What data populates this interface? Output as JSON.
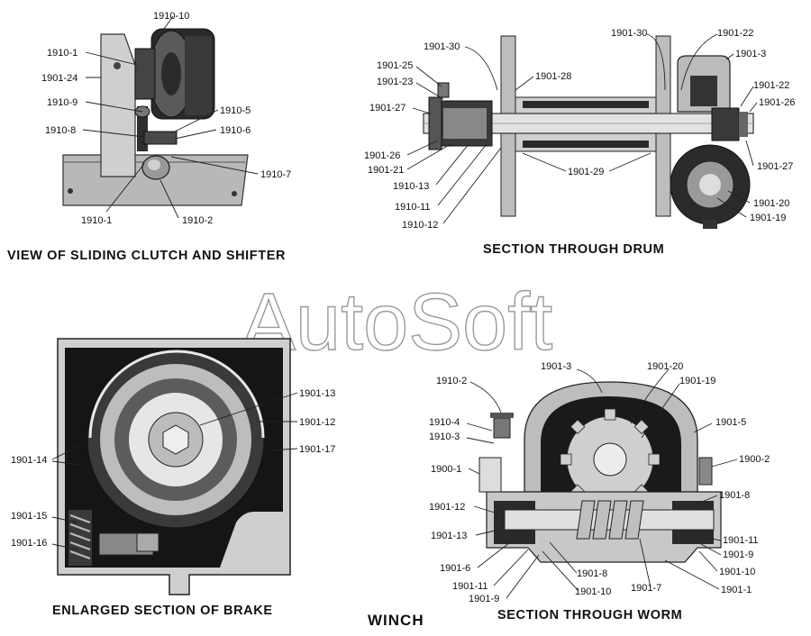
{
  "title": "WINCH",
  "watermark": "AutoSoft",
  "clutch_view": {
    "caption": "VIEW OF SLIDING CLUTCH AND SHIFTER",
    "labels": [
      "1910-10",
      "1910-1",
      "1901-24",
      "1910-9",
      "1910-8",
      "1910-5",
      "1910-6",
      "1910-7",
      "1910-1",
      "1910-2"
    ]
  },
  "drum_section": {
    "caption": "SECTION THROUGH DRUM",
    "labels": [
      "1901-30",
      "1901-25",
      "1901-23",
      "1901-27",
      "1901-28",
      "1901-30",
      "1901-22",
      "1901-3",
      "1901-22",
      "1901-26",
      "1901-26",
      "1901-21",
      "1910-13",
      "1910-11",
      "1910-12",
      "1901-29",
      "1901-27",
      "1901-20",
      "1901-19"
    ]
  },
  "brake_section": {
    "caption": "ENLARGED SECTION OF BRAKE",
    "labels": [
      "1901-13",
      "1901-12",
      "1901-17",
      "1901-14",
      "1901-15",
      "1901-16"
    ]
  },
  "worm_section": {
    "caption": "SECTION THROUGH WORM",
    "labels": [
      "1910-2",
      "1901-3",
      "1901-20",
      "1901-19",
      "1910-4",
      "1910-3",
      "1901-5",
      "1900-1",
      "1900-2",
      "1901-12",
      "1901-8",
      "1901-13",
      "1901-11",
      "1901-9",
      "1901-6",
      "1901-10",
      "1901-11",
      "1901-8",
      "1901-7",
      "1901-9",
      "1901-10",
      "1901-1"
    ]
  },
  "colors": {
    "ink": "#111111",
    "dark_fill": "#1c1c1c",
    "mid_gray": "#9a9a9a",
    "light_gray": "#d6d6d6"
  }
}
